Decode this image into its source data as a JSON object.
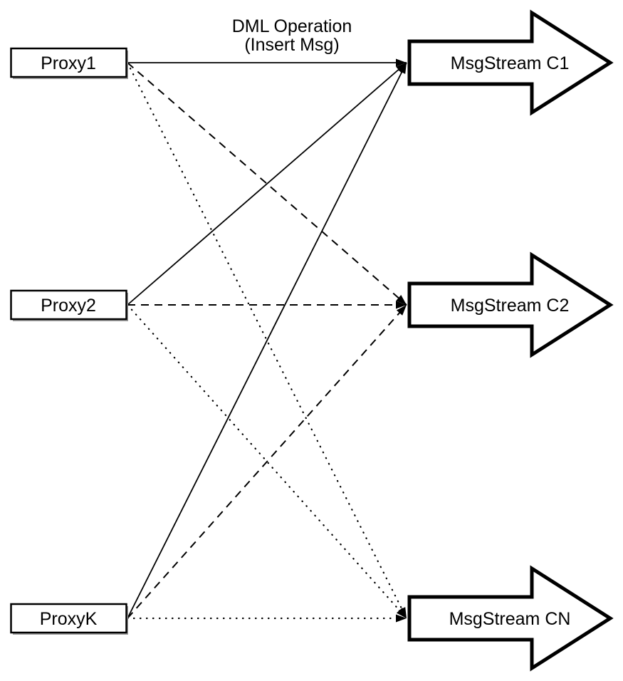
{
  "diagram": {
    "background_color": "#ffffff",
    "ink_color": "#000000",
    "shadow_color": "#9e9e9e",
    "top_label": {
      "line1": "DML Operation",
      "line2": "(Insert Msg)"
    },
    "proxies": [
      {
        "id": "p1",
        "label": "Proxy1"
      },
      {
        "id": "p2",
        "label": "Proxy2"
      },
      {
        "id": "pk",
        "label": "ProxyK"
      }
    ],
    "streams": [
      {
        "id": "c1",
        "label": "MsgStream C1"
      },
      {
        "id": "c2",
        "label": "MsgStream C2"
      },
      {
        "id": "cn",
        "label": "MsgStream CN"
      }
    ],
    "connections": [
      {
        "from": "p1",
        "to": "c1",
        "style": "solid"
      },
      {
        "from": "p2",
        "to": "c1",
        "style": "solid"
      },
      {
        "from": "pk",
        "to": "c1",
        "style": "solid"
      },
      {
        "from": "p1",
        "to": "c2",
        "style": "dashed"
      },
      {
        "from": "p2",
        "to": "c2",
        "style": "dashed"
      },
      {
        "from": "pk",
        "to": "c2",
        "style": "dashed"
      },
      {
        "from": "p1",
        "to": "cn",
        "style": "dotted"
      },
      {
        "from": "p2",
        "to": "cn",
        "style": "dotted"
      },
      {
        "from": "pk",
        "to": "cn",
        "style": "dotted"
      }
    ]
  }
}
